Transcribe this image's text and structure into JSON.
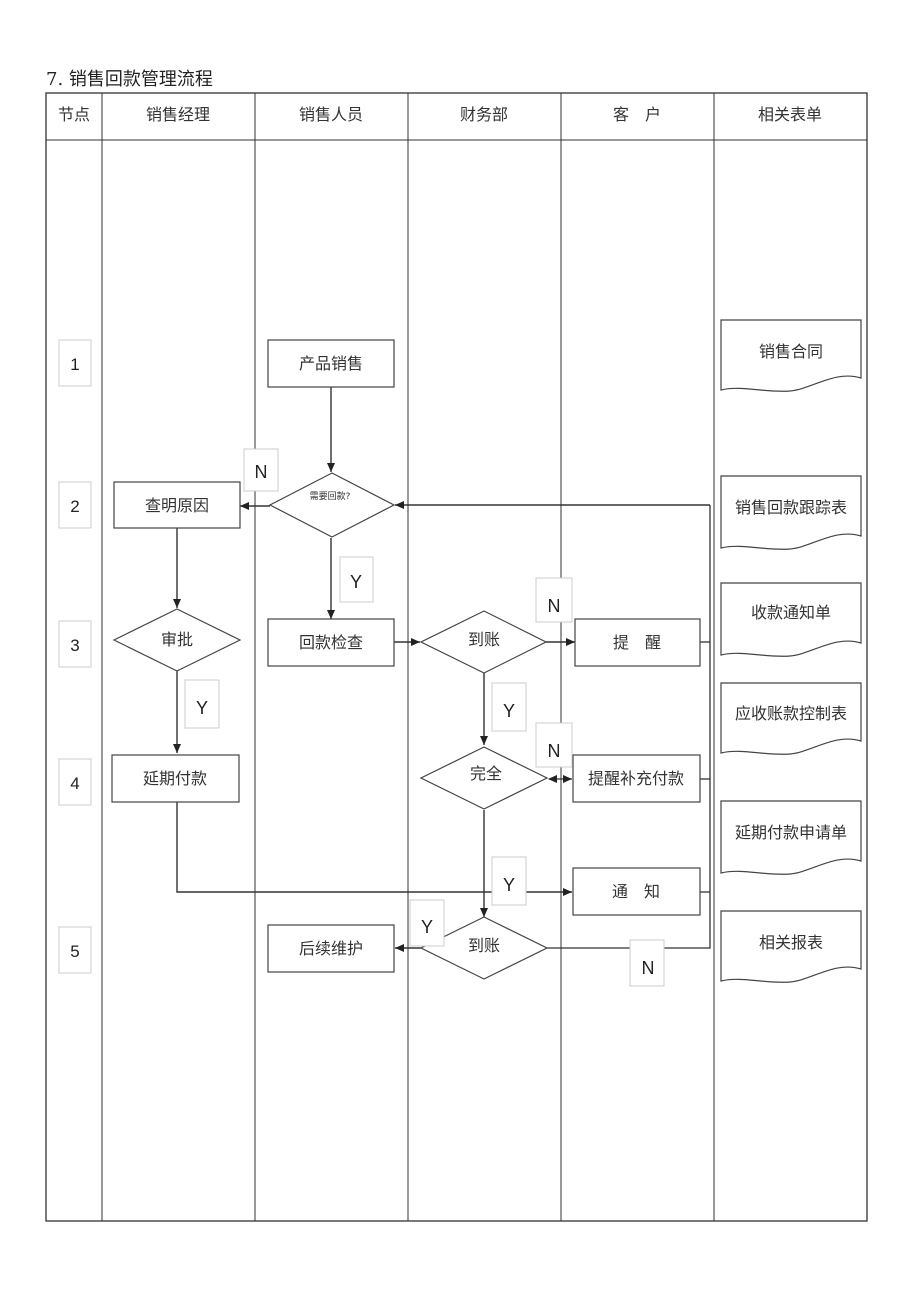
{
  "title": "7. 销售回款管理流程",
  "columns": [
    "节点",
    "销售经理",
    "销售人员",
    "财务部",
    "客　户",
    "相关表单"
  ],
  "nodes": [
    "1",
    "2",
    "3",
    "4",
    "5"
  ],
  "boxes": {
    "product_sale": "产品销售",
    "find_reason": "查明原因",
    "payment_check": "回款检查",
    "remind": "提　醒",
    "delay_payment": "延期付款",
    "remind_supplement": "提醒补充付款",
    "notify": "通　知",
    "follow_up": "后续维护"
  },
  "diamonds": {
    "need_payment": "需要回款?",
    "approve": "审批",
    "arrived_1": "到账",
    "complete": "完全",
    "arrived_2": "到账"
  },
  "labels": {
    "n_need": "N",
    "y_need": "Y",
    "n_arrive1": "N",
    "y_arrive1": "Y",
    "y_approve": "Y",
    "n_complete": "N",
    "y_complete": "Y",
    "y_arrive2": "Y",
    "n_arrive2": "N"
  },
  "forms": [
    "销售合同",
    "销售回款跟踪表",
    "收款通知单",
    "应收账款控制表",
    "延期付款申请单",
    "相关报表"
  ]
}
